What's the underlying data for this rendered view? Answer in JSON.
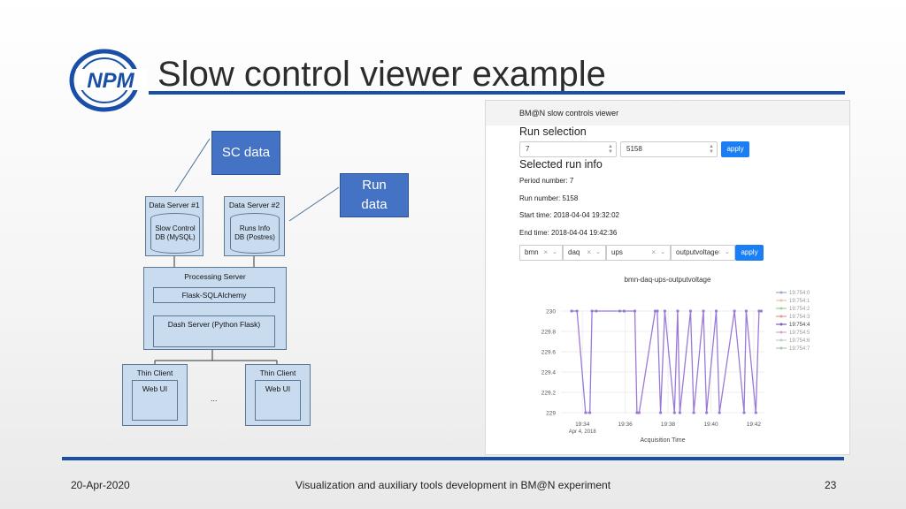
{
  "slide": {
    "title": "Slow control viewer example",
    "logo_text": "NPM",
    "footer": {
      "date": "20-Apr-2020",
      "center": "Visualization and auxiliary tools development in BM@N experiment",
      "page": "23"
    },
    "accent_color": "#1a4fa8"
  },
  "diagram": {
    "callout_sc": "SC data",
    "callout_run": "Run data",
    "server1": {
      "title": "Data Server #1",
      "db_line1": "Slow Control",
      "db_line2": "DB (MySQL)"
    },
    "server2": {
      "title": "Data Server #2",
      "db_line1": "Runs Info",
      "db_line2": "DB (Postres)"
    },
    "processing": {
      "title": "Processing Server",
      "orm": "Flask-SQLAlchemy",
      "dash": "Dash Server (Python Flask)"
    },
    "client1": {
      "title": "Thin Client",
      "ui": "Web UI"
    },
    "client2": {
      "title": "Thin Client",
      "ui": "Web UI"
    },
    "ellipsis": "..."
  },
  "viewer": {
    "app_title": "BM@N slow controls viewer",
    "run_selection": "Run selection",
    "period_value": "7",
    "run_value": "5158",
    "apply_label": "apply",
    "selected_run_info": "Selected run info",
    "period_number": "Period number: 7",
    "run_number": "Run number: 5158",
    "start_time": "Start time: 2018-04-04 19:32:02",
    "end_time": "End time: 2018-04-04 19:42:36",
    "dropdowns": [
      "bmn",
      "daq",
      "ups",
      "outputvoltage"
    ],
    "clear_icon": "×",
    "caret_icon": "⌄",
    "apply2_label": "apply"
  },
  "chart_data": {
    "type": "line",
    "title": "bmn-daq-ups-outputvoltage",
    "xlabel": "Acquisition Time",
    "x_ticks": [
      "19:34",
      "19:36",
      "19:38",
      "19:40",
      "19:42"
    ],
    "x_sub_label": "Apr 4, 2018",
    "y_ticks": [
      "229",
      "229.2",
      "229.4",
      "229.6",
      "229.8",
      "230"
    ],
    "ylim": [
      229,
      230
    ],
    "legend": [
      "19:754:0",
      "19:754:1",
      "19:754:2",
      "19:754:3",
      "19:754:4",
      "19:754:5",
      "19:754:6",
      "19:754:7"
    ],
    "legend_colors": [
      "#9aa7c9",
      "#e8c79b",
      "#9bd29b",
      "#e39a9a",
      "#7b5fb8",
      "#d4a6c8",
      "#c9c9c9",
      "#a8c9a8"
    ],
    "series": [
      {
        "name": "19:754:4",
        "color": "#9a7ad6",
        "x_minutes": [
          33.5,
          33.75,
          34.15,
          34.35,
          34.45,
          34.65,
          35.75,
          35.95,
          36.45,
          36.55,
          36.65,
          37.4,
          37.5,
          37.65,
          37.85,
          38.3,
          38.45,
          38.55,
          39.05,
          39.2,
          39.65,
          39.8,
          40.25,
          40.4,
          41.1,
          41.55,
          41.65,
          42.1,
          42.25,
          42.35
        ],
        "values": [
          230,
          230,
          229,
          229,
          230,
          230,
          230,
          230,
          230,
          229,
          229,
          230,
          230,
          229,
          230,
          229,
          230,
          229,
          230,
          229,
          230,
          229,
          230,
          229,
          230,
          229,
          230,
          229,
          230,
          230
        ]
      }
    ]
  }
}
